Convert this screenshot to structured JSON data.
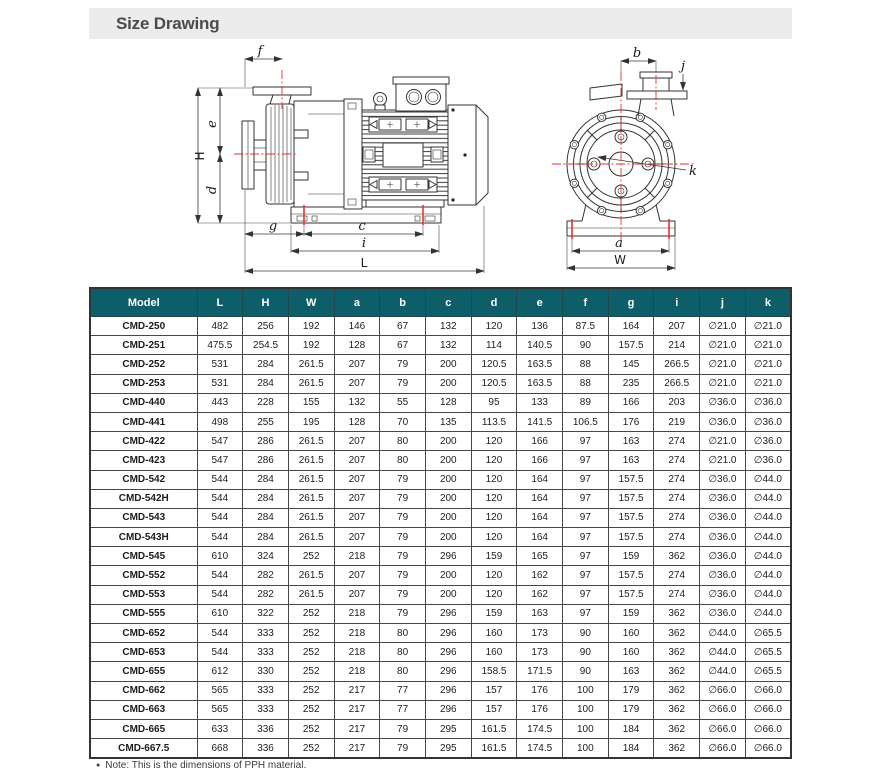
{
  "page": {
    "title": "Size Drawing",
    "note_bullet": "●",
    "note": "Note: This is the dimensions of PPH material."
  },
  "drawings": {
    "side_view": {
      "dim_labels": {
        "f": "f",
        "H": "H",
        "e": "e",
        "d": "d",
        "g": "g",
        "c": "c",
        "i": "i",
        "L": "L"
      }
    },
    "front_view": {
      "dim_labels": {
        "b": "b",
        "j": "j",
        "k": "k",
        "a": "a",
        "W": "W"
      }
    }
  },
  "table": {
    "columns": [
      "Model",
      "L",
      "H",
      "W",
      "a",
      "b",
      "c",
      "d",
      "e",
      "f",
      "g",
      "i",
      "j",
      "k"
    ],
    "rows": [
      [
        "CMD-250",
        "482",
        "256",
        "192",
        "146",
        "67",
        "132",
        "120",
        "136",
        "87.5",
        "164",
        "207",
        "∅21.0",
        "∅21.0"
      ],
      [
        "CMD-251",
        "475.5",
        "254.5",
        "192",
        "128",
        "67",
        "132",
        "114",
        "140.5",
        "90",
        "157.5",
        "214",
        "∅21.0",
        "∅21.0"
      ],
      [
        "CMD-252",
        "531",
        "284",
        "261.5",
        "207",
        "79",
        "200",
        "120.5",
        "163.5",
        "88",
        "145",
        "266.5",
        "∅21.0",
        "∅21.0"
      ],
      [
        "CMD-253",
        "531",
        "284",
        "261.5",
        "207",
        "79",
        "200",
        "120.5",
        "163.5",
        "88",
        "235",
        "266.5",
        "∅21.0",
        "∅21.0"
      ],
      [
        "CMD-440",
        "443",
        "228",
        "155",
        "132",
        "55",
        "128",
        "95",
        "133",
        "89",
        "166",
        "203",
        "∅36.0",
        "∅36.0"
      ],
      [
        "CMD-441",
        "498",
        "255",
        "195",
        "128",
        "70",
        "135",
        "113.5",
        "141.5",
        "106.5",
        "176",
        "219",
        "∅36.0",
        "∅36.0"
      ],
      [
        "CMD-422",
        "547",
        "286",
        "261.5",
        "207",
        "80",
        "200",
        "120",
        "166",
        "97",
        "163",
        "274",
        "∅21.0",
        "∅36.0"
      ],
      [
        "CMD-423",
        "547",
        "286",
        "261.5",
        "207",
        "80",
        "200",
        "120",
        "166",
        "97",
        "163",
        "274",
        "∅21.0",
        "∅36.0"
      ],
      [
        "CMD-542",
        "544",
        "284",
        "261.5",
        "207",
        "79",
        "200",
        "120",
        "164",
        "97",
        "157.5",
        "274",
        "∅36.0",
        "∅44.0"
      ],
      [
        "CMD-542H",
        "544",
        "284",
        "261.5",
        "207",
        "79",
        "200",
        "120",
        "164",
        "97",
        "157.5",
        "274",
        "∅36.0",
        "∅44.0"
      ],
      [
        "CMD-543",
        "544",
        "284",
        "261.5",
        "207",
        "79",
        "200",
        "120",
        "164",
        "97",
        "157.5",
        "274",
        "∅36.0",
        "∅44.0"
      ],
      [
        "CMD-543H",
        "544",
        "284",
        "261.5",
        "207",
        "79",
        "200",
        "120",
        "164",
        "97",
        "157.5",
        "274",
        "∅36.0",
        "∅44.0"
      ],
      [
        "CMD-545",
        "610",
        "324",
        "252",
        "218",
        "79",
        "296",
        "159",
        "165",
        "97",
        "159",
        "362",
        "∅36.0",
        "∅44.0"
      ],
      [
        "CMD-552",
        "544",
        "282",
        "261.5",
        "207",
        "79",
        "200",
        "120",
        "162",
        "97",
        "157.5",
        "274",
        "∅36.0",
        "∅44.0"
      ],
      [
        "CMD-553",
        "544",
        "282",
        "261.5",
        "207",
        "79",
        "200",
        "120",
        "162",
        "97",
        "157.5",
        "274",
        "∅36.0",
        "∅44.0"
      ],
      [
        "CMD-555",
        "610",
        "322",
        "252",
        "218",
        "79",
        "296",
        "159",
        "163",
        "97",
        "159",
        "362",
        "∅36.0",
        "∅44.0"
      ],
      [
        "CMD-652",
        "544",
        "333",
        "252",
        "218",
        "80",
        "296",
        "160",
        "173",
        "90",
        "160",
        "362",
        "∅44.0",
        "∅65.5"
      ],
      [
        "CMD-653",
        "544",
        "333",
        "252",
        "218",
        "80",
        "296",
        "160",
        "173",
        "90",
        "160",
        "362",
        "∅44.0",
        "∅65.5"
      ],
      [
        "CMD-655",
        "612",
        "330",
        "252",
        "218",
        "80",
        "296",
        "158.5",
        "171.5",
        "90",
        "163",
        "362",
        "∅44.0",
        "∅65.5"
      ],
      [
        "CMD-662",
        "565",
        "333",
        "252",
        "217",
        "77",
        "296",
        "157",
        "176",
        "100",
        "179",
        "362",
        "∅66.0",
        "∅66.0"
      ],
      [
        "CMD-663",
        "565",
        "333",
        "252",
        "217",
        "77",
        "296",
        "157",
        "176",
        "100",
        "179",
        "362",
        "∅66.0",
        "∅66.0"
      ],
      [
        "CMD-665",
        "633",
        "336",
        "252",
        "217",
        "79",
        "295",
        "161.5",
        "174.5",
        "100",
        "184",
        "362",
        "∅66.0",
        "∅66.0"
      ],
      [
        "CMD-667.5",
        "668",
        "336",
        "252",
        "217",
        "79",
        "295",
        "161.5",
        "174.5",
        "100",
        "184",
        "362",
        "∅66.0",
        "∅66.0"
      ]
    ]
  }
}
